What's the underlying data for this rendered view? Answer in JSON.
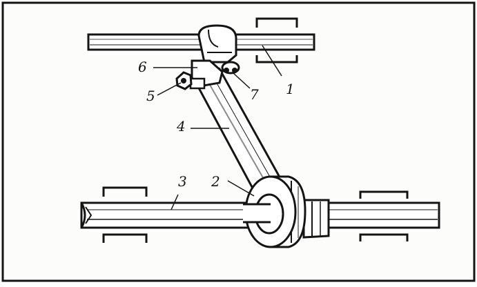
{
  "figure": {
    "colors": {
      "ink": "#141414",
      "paper": "#fcfcfa",
      "shade": "#8a8a8a"
    },
    "labels": {
      "part_1": "1",
      "part_2": "2",
      "part_3": "3",
      "part_4": "4",
      "part_5": "5",
      "part_6": "6",
      "part_7": "7"
    }
  }
}
